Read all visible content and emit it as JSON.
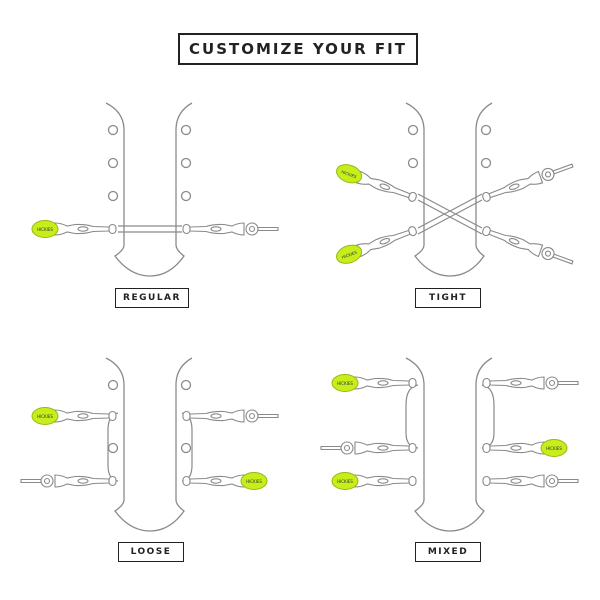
{
  "title": "CUSTOMIZE YOUR FIT",
  "panels": [
    {
      "label": "REGULAR"
    },
    {
      "label": "TIGHT"
    },
    {
      "label": "LOOSE"
    },
    {
      "label": "MIXED"
    }
  ],
  "logo_text": "HICKIES",
  "colors": {
    "accent": "#c6ee1a",
    "line": "#8a8a8a",
    "border": "#222222"
  }
}
